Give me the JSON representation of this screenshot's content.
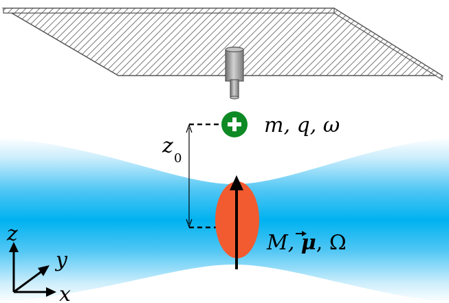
{
  "labels": {
    "ion": "m, q, ω",
    "axis_z": "z",
    "axis_y": "y",
    "axis_x": "x",
    "z0_main": "z",
    "z0_sub": "0",
    "mag_M": "M, ",
    "mag_mu": "μ",
    "mag_rest": ", Ω"
  },
  "colors": {
    "beam_core": "#00b2f0",
    "beam_edge": "#cdeefc",
    "particle": "#f25a30",
    "ion": "#0e8a24",
    "plate_hatch": "#555555",
    "tip": "#8a8a8a"
  },
  "icons": {
    "ion_symbol": "plus-icon"
  }
}
